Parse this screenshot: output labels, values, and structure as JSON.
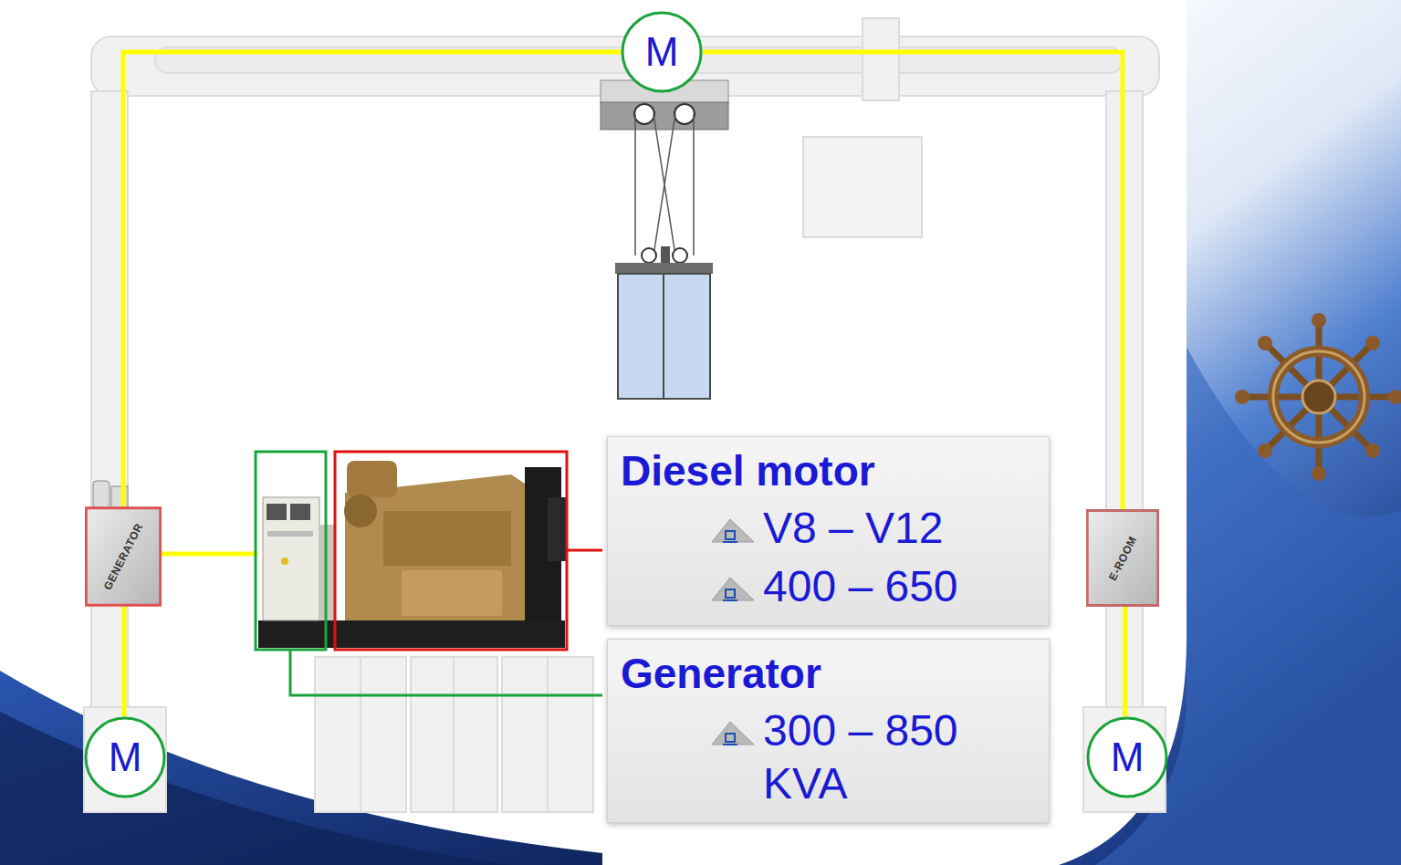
{
  "diagram": {
    "nodes": [
      {
        "text": [
          "M"
        ]
      },
      {
        "text": [
          "GENERATOR"
        ]
      },
      {
        "text": [
          "Diesel motor",
          "V8 – V12",
          "400 – 650"
        ]
      },
      {
        "text": [
          "E-ROOM"
        ]
      },
      {
        "text": [
          "Generator",
          "300 – 850 KVA"
        ]
      },
      {
        "text": [
          "M"
        ]
      },
      {
        "text": [
          "M"
        ]
      }
    ],
    "edges": [
      {
        "from": 0,
        "to": 1,
        "arrow": "none"
      },
      {
        "from": 1,
        "to": 5,
        "arrow": "none"
      },
      {
        "from": 0,
        "to": 3,
        "arrow": "none"
      },
      {
        "from": 3,
        "to": 6,
        "arrow": "none"
      }
    ]
  }
}
